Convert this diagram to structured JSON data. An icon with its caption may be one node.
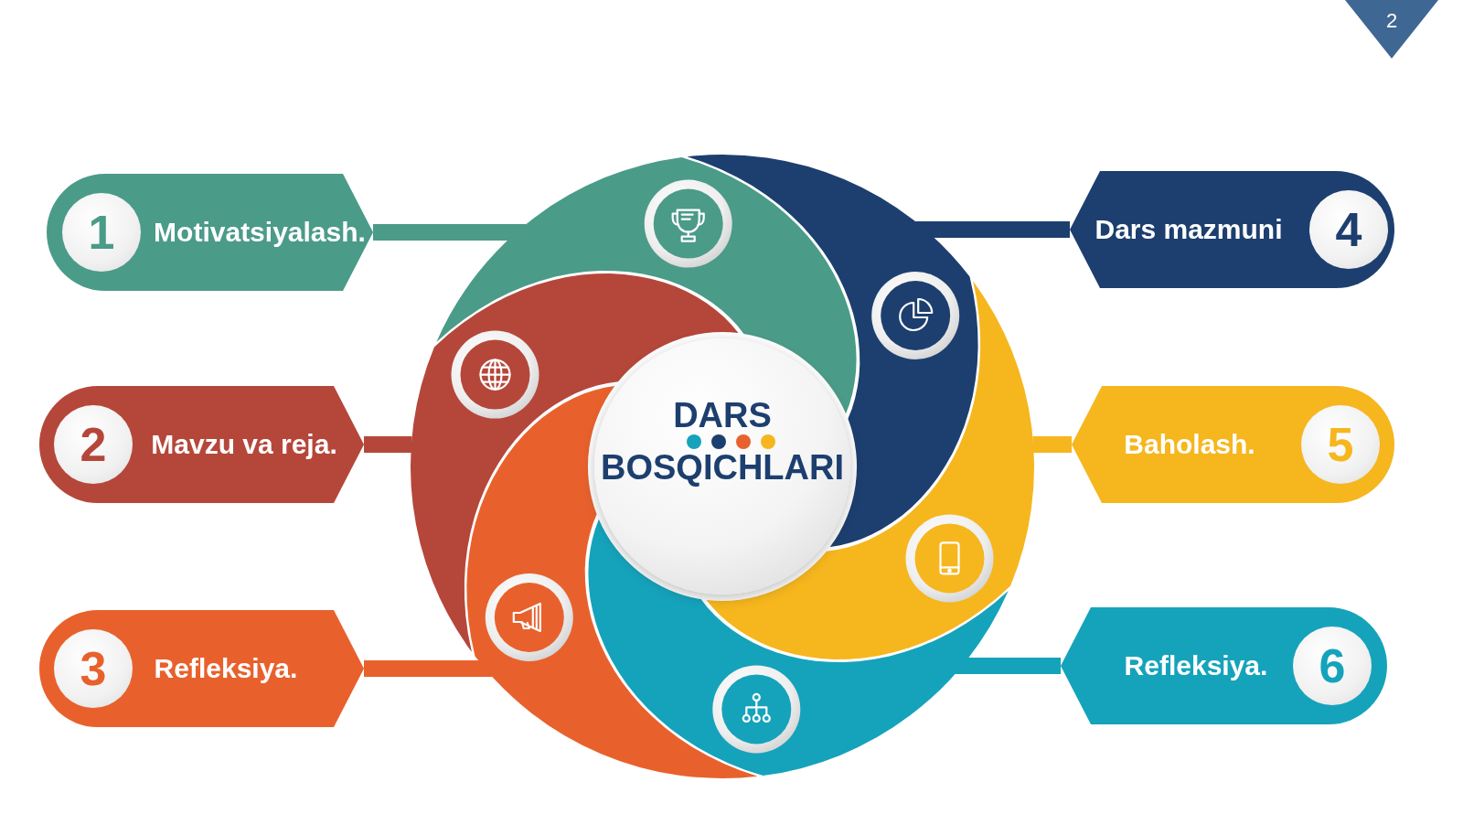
{
  "diagram": {
    "nodes": [
      {
        "text": [
          "2"
        ]
      },
      {
        "text": [
          "DARS",
          "BOSQICHLARI"
        ]
      },
      {
        "text": [
          "Motivatsiyalash."
        ]
      },
      {
        "text": [
          "1"
        ],
        "in": 2
      },
      {
        "text": [],
        "shape": "crescent"
      },
      {
        "text": [
          "Mavzu va reja."
        ]
      },
      {
        "text": [
          "2"
        ],
        "in": 5
      },
      {
        "text": [],
        "shape": "crescent"
      },
      {
        "text": [
          "Refleksiya."
        ]
      },
      {
        "text": [
          "3"
        ],
        "in": 8
      },
      {
        "text": [],
        "shape": "crescent"
      },
      {
        "text": [
          "Dars mazmuni"
        ]
      },
      {
        "text": [
          "4"
        ],
        "in": 11
      },
      {
        "text": [],
        "shape": "crescent"
      },
      {
        "text": [
          "Baholash."
        ]
      },
      {
        "text": [
          "5"
        ],
        "in": 14
      },
      {
        "text": [],
        "shape": "crescent"
      },
      {
        "text": [
          "Refleksiya."
        ]
      },
      {
        "text": [
          "6"
        ],
        "in": 17
      },
      {
        "text": [],
        "shape": "crescent"
      }
    ],
    "edges": [
      {
        "from": 2,
        "to": 4,
        "arrow": "none",
        "color": "#4b9b89"
      },
      {
        "from": 5,
        "to": 7,
        "arrow": "none",
        "color": "#b5473a"
      },
      {
        "from": 8,
        "to": 10,
        "arrow": "none",
        "color": "#e8612d"
      },
      {
        "from": 11,
        "to": 13,
        "arrow": "none",
        "color": "#1d3f6f"
      },
      {
        "from": 14,
        "to": 16,
        "arrow": "none",
        "color": "#f6b61e"
      },
      {
        "from": 17,
        "to": 19,
        "arrow": "none",
        "color": "#15a3bb"
      }
    ]
  }
}
